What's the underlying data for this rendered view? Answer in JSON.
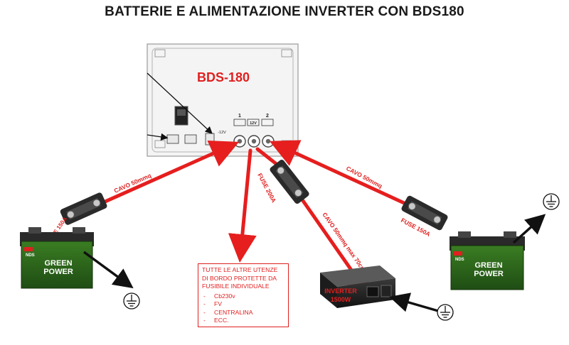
{
  "title": "BATTERIE E ALIMENTAZIONE INVERTER CON BDS180",
  "device": {
    "label": "BDS-180",
    "port_1": "1",
    "port_2": "2",
    "port_12v": "12V",
    "port_neg12v": "-12V"
  },
  "cables": {
    "left": "CAVO 50mmq",
    "right": "CAVO 50mmq",
    "inverter": "CAVO 50mmq max 70cm"
  },
  "fuses": {
    "left": "FUSE 150A",
    "center": "FUSE 200A",
    "right": "FUSE 150A"
  },
  "battery": {
    "brand": "NDS",
    "line1": "GREEN",
    "line2": "POWER"
  },
  "inverter": {
    "line1": "INVERTER",
    "line2": "1500W"
  },
  "info_box": {
    "heading": "TUTTE LE ALTRE UTENZE DI BORDO PROTETTE DA FUSIBILE INDIVIDUALE",
    "items": [
      "Cb230v",
      "FV",
      "CENTRALINA",
      "ECC."
    ]
  },
  "colors": {
    "wire": "#e61e1e",
    "text_red": "#e02020",
    "battery_green": "#2f6b1f",
    "device_body": "#f3f3f3"
  }
}
